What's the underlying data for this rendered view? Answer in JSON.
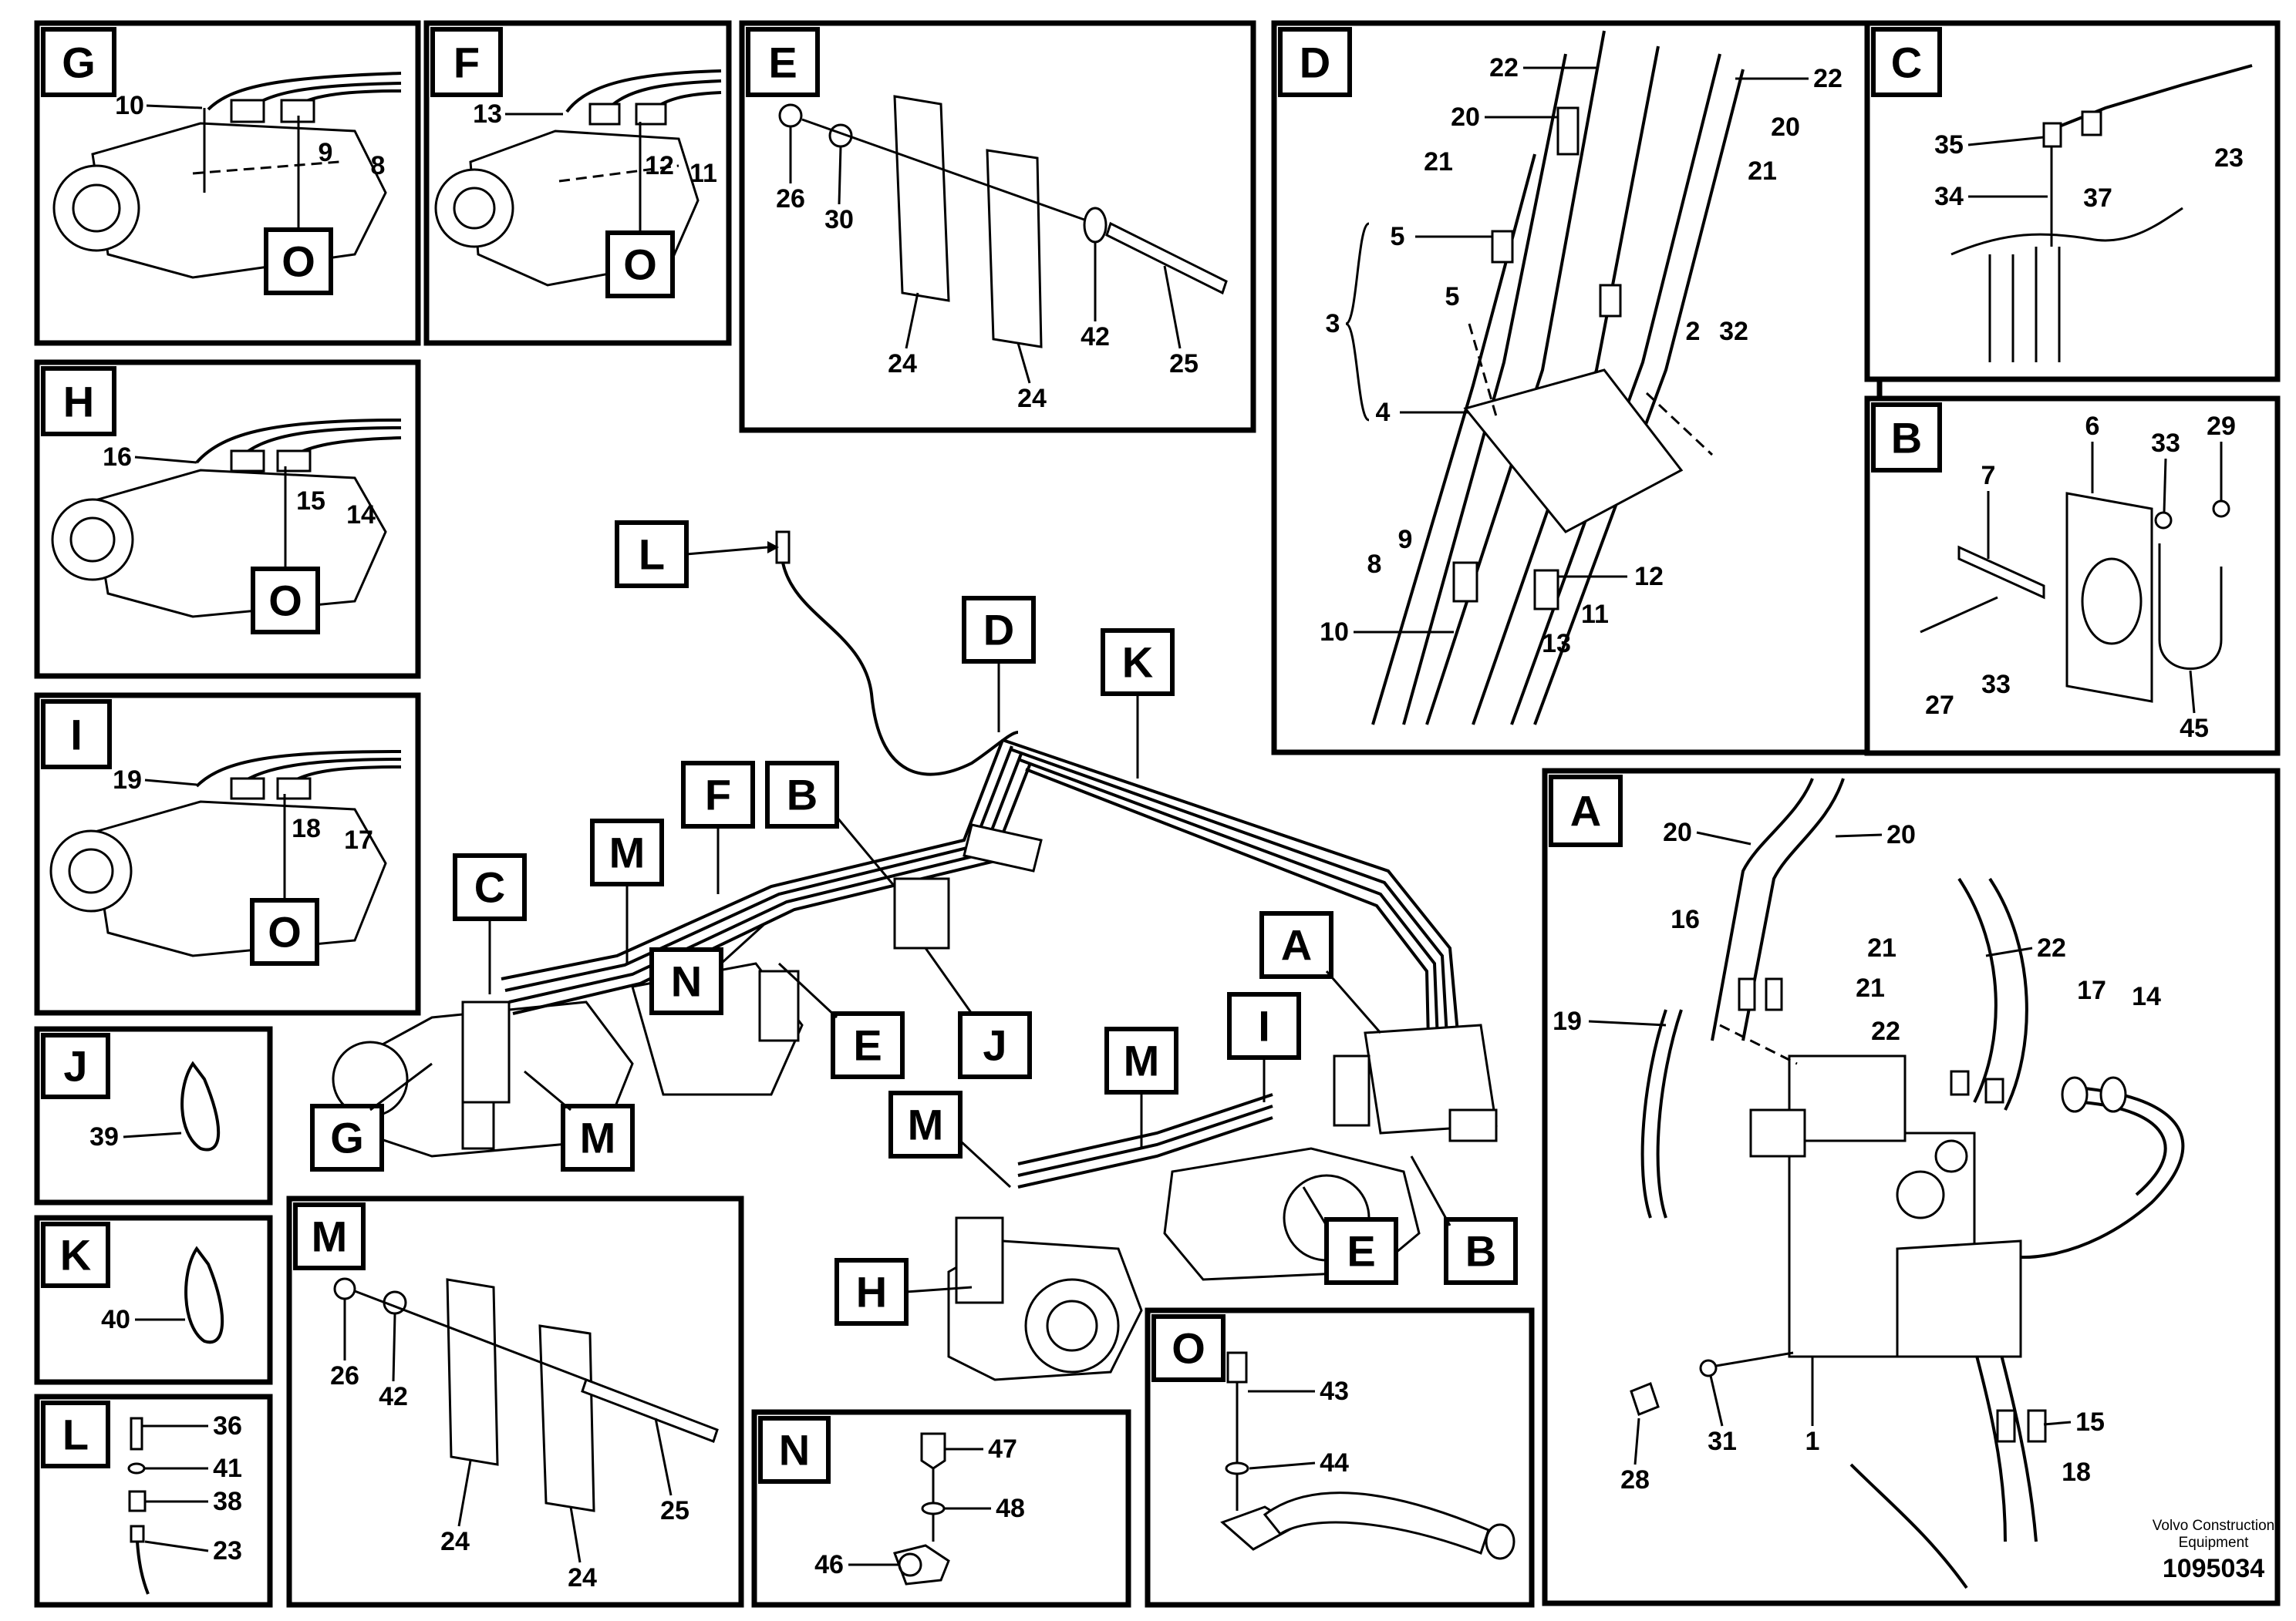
{
  "panels": {
    "G": {
      "tag": "G",
      "callouts": [
        "10",
        "9",
        "8"
      ],
      "sub": "O"
    },
    "F": {
      "tag": "F",
      "callouts": [
        "13",
        "12",
        "11"
      ],
      "sub": "O"
    },
    "E": {
      "tag": "E",
      "callouts": [
        "26",
        "30",
        "24",
        "24",
        "42",
        "25"
      ]
    },
    "D": {
      "tag": "D",
      "callouts": [
        "22",
        "22",
        "20",
        "20",
        "21",
        "21",
        "5",
        "5",
        "3",
        "4",
        "2",
        "32",
        "9",
        "8",
        "12",
        "10",
        "11",
        "13"
      ]
    },
    "C": {
      "tag": "C",
      "callouts": [
        "35",
        "34",
        "37",
        "23"
      ]
    },
    "H": {
      "tag": "H",
      "callouts": [
        "16",
        "15",
        "14"
      ],
      "sub": "O"
    },
    "B": {
      "tag": "B",
      "callouts": [
        "6",
        "33",
        "29",
        "7",
        "27",
        "33",
        "45"
      ]
    },
    "I": {
      "tag": "I",
      "callouts": [
        "19",
        "18",
        "17"
      ],
      "sub": "O"
    },
    "A": {
      "tag": "A",
      "callouts": [
        "20",
        "20",
        "16",
        "21",
        "21",
        "22",
        "19",
        "22",
        "17",
        "14",
        "28",
        "31",
        "1",
        "15",
        "18"
      ]
    },
    "J": {
      "tag": "J",
      "callouts": [
        "39"
      ]
    },
    "K": {
      "tag": "K",
      "callouts": [
        "40"
      ]
    },
    "L": {
      "tag": "L",
      "callouts": [
        "36",
        "41",
        "38",
        "23"
      ]
    },
    "M": {
      "tag": "M",
      "callouts": [
        "26",
        "42",
        "24",
        "24",
        "25"
      ]
    },
    "N": {
      "tag": "N",
      "callouts": [
        "47",
        "48",
        "46"
      ]
    },
    "O": {
      "tag": "O",
      "callouts": [
        "43",
        "44"
      ]
    }
  },
  "main_labels": [
    "L",
    "D",
    "K",
    "B",
    "F",
    "M",
    "C",
    "N",
    "E",
    "J",
    "A",
    "I",
    "M",
    "M",
    "G",
    "M",
    "H",
    "E",
    "B"
  ],
  "footer": {
    "company": "Volvo Construction Equipment",
    "company_line1": "Volvo Construction",
    "company_line2": "Equipment",
    "drawing_number": "1095034"
  }
}
